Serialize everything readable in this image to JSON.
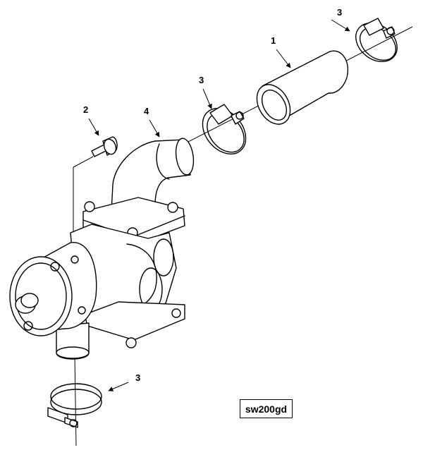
{
  "figure": {
    "reference_code": "sw200gd",
    "callouts": [
      {
        "id": "c1",
        "label": "1",
        "part": "hose"
      },
      {
        "id": "c2",
        "label": "2",
        "part": "bolt"
      },
      {
        "id": "c3a",
        "label": "3",
        "part": "hose-clamp-top"
      },
      {
        "id": "c3b",
        "label": "3",
        "part": "hose-clamp-middle"
      },
      {
        "id": "c3c",
        "label": "3",
        "part": "hose-clamp-bottom"
      },
      {
        "id": "c4",
        "label": "4",
        "part": "elbow"
      }
    ]
  }
}
